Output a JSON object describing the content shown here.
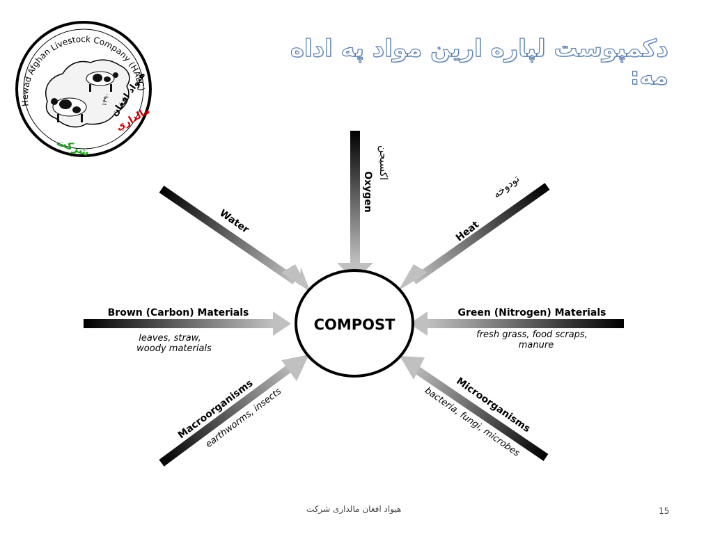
{
  "slide": {
    "title": "دکمپوست لپاره ارین مواد په اداه مه:",
    "footer": "هیواد افغان مالداری شرکت",
    "page_number": "15"
  },
  "logo": {
    "ring_text_en": "Hewad Afghan Livestock Company (HALC)",
    "ring_text_fa_1": "هیواد افغان",
    "ring_text_fa_2": "مالداري",
    "ring_text_fa_3": "شرکت",
    "year": "۱۳۹۰",
    "accent_red": "#d40000",
    "accent_green": "#1aa31a"
  },
  "diagram": {
    "center": "COMPOST",
    "inputs": {
      "oxygen": {
        "label": "Oxygen",
        "local": "اکسیجن"
      },
      "water": {
        "label": "Water"
      },
      "heat": {
        "label": "Heat",
        "local": "تودوخه"
      },
      "brown": {
        "label": "Brown (Carbon) Materials",
        "sub1": "leaves, straw,",
        "sub2": "woody materials"
      },
      "green": {
        "label": "Green (Nitrogen) Materials",
        "sub1": "fresh grass, food scraps,",
        "sub2": "manure"
      },
      "macro": {
        "label": "Macroorganisms",
        "sub": "earthworms, insects"
      },
      "micro": {
        "label": "Microorganisms",
        "sub": "bacteria, fungi, microbes"
      }
    }
  }
}
